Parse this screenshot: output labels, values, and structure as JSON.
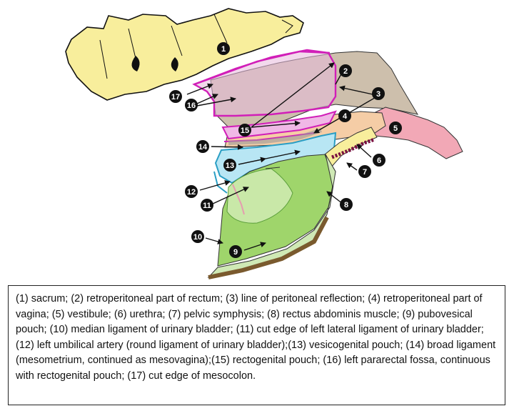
{
  "figure": {
    "labels": [
      "1",
      "2",
      "3",
      "4",
      "5",
      "6",
      "7",
      "8",
      "9",
      "10",
      "11",
      "12",
      "13",
      "14",
      "15",
      "16",
      "17"
    ]
  },
  "caption": "(1) sacrum; (2) retroperitoneal part of rectum; (3) line of peritoneal reflection; (4) retroperitoneal part of vagina; (5) vestibule; (6) urethra; (7) pelvic symphysis; (8) rectus abdominis muscle; (9) pubovesical pouch; (10) median ligament of urinary bladder; (11) cut edge of left lateral ligament of urinary bladder; (12) left umbilical artery (round ligament of urinary bladder);(13) vesicogenital pouch; (14) broad ligament (mesometrium, continued as mesovagina);(15) rectogenital pouch; (16) left pararectal fossa, continuous with rectogenital pouch; (17) cut edge of mesocolon."
}
